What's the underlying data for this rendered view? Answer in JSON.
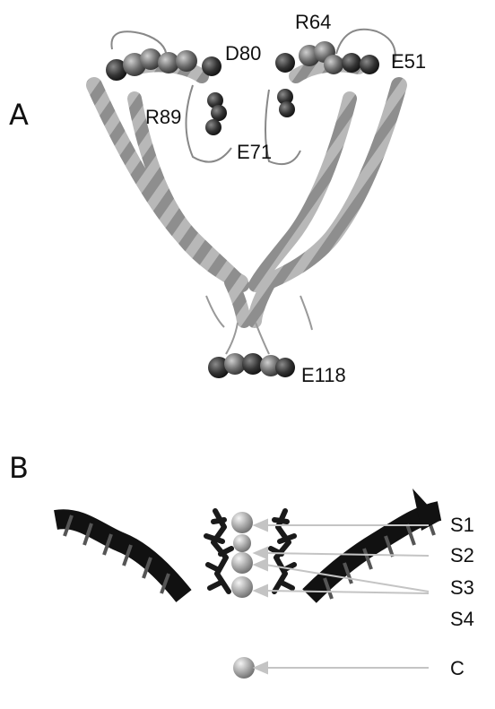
{
  "panels": {
    "a": {
      "label": "A",
      "residues": {
        "r64": "R64",
        "d80": "D80",
        "e51": "E51",
        "r89": "R89",
        "e71": "E71",
        "e118": "E118"
      }
    },
    "b": {
      "label": "B",
      "sites": [
        "S1",
        "S2",
        "S3",
        "S4"
      ],
      "cavity": "C"
    }
  },
  "colors": {
    "helix_light": "#9a9a9a",
    "helix_dark": "#555555",
    "atom_dark": "#2e2e2e",
    "ion": "#b5b5b5",
    "helix_black": "#111111",
    "arrow": "#c8c8c8"
  }
}
